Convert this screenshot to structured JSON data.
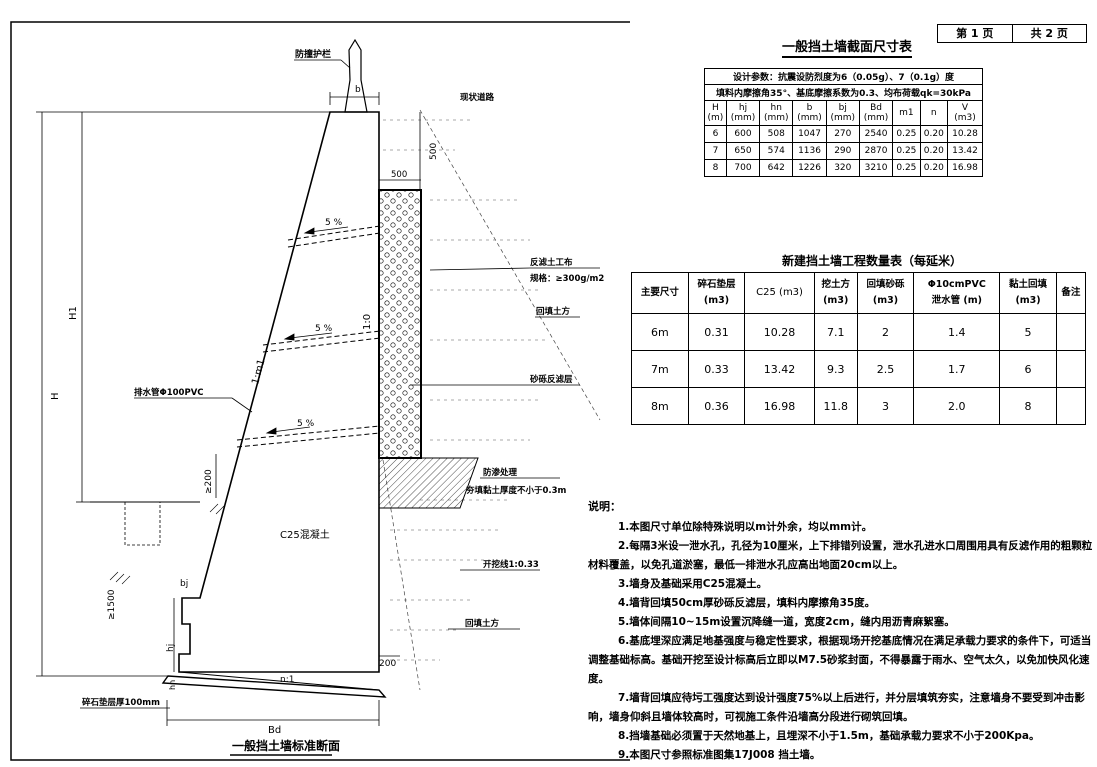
{
  "page": {
    "sheet_label": "第 1 页",
    "total_label": "共 2 页"
  },
  "drawing": {
    "title": "一般挡土墙标准断面",
    "labels": {
      "guardrail": "防撞护栏",
      "existing_road": "现状道路",
      "geotextile_line1": "反滤土工布",
      "geotextile_line2": "规格：≥300g/m2",
      "backfill_top": "回填土方",
      "gravel_filter": "砂砾反滤层",
      "drain_pipe": "排水管Φ100PVC",
      "seepage_line1": "防渗处理",
      "seepage_line2": "夯填黏土厚度不小于0.3m",
      "concrete": "C25混凝土",
      "excavation": "开挖线1:0.33",
      "backfill_bottom": "回填土方",
      "gravel_cushion": "碎石垫层厚100mm",
      "slope_5a": "5 %",
      "slope_5b": "5 %",
      "slope_5c": "5 %"
    },
    "dims": {
      "b": "b",
      "d500_vertical": "500",
      "d500_top": "500",
      "H1": "H1",
      "H": "H",
      "slope_front": "1:m1",
      "slope_back": "1:0",
      "ge200": "≥200",
      "ge1500": "≥1500",
      "bj": "bj",
      "hj": "hj",
      "hn": "hn",
      "n1": "n:1",
      "d200": "200",
      "Bd": "Bd"
    }
  },
  "table1": {
    "title": "一般挡土墙截面尺寸表",
    "param_line1": "设计参数：抗震设防烈度为6（0.05g）、7（0.1g）度",
    "param_line2": "填料内摩擦角35°、基底摩擦系数为0.3、均布荷载qk=30kPa",
    "headers": [
      [
        "H",
        "(m)"
      ],
      [
        "hj",
        "(mm)"
      ],
      [
        "hn",
        "(mm)"
      ],
      [
        "b",
        "(mm)"
      ],
      [
        "bj",
        "(mm)"
      ],
      [
        "Bd",
        "(mm)"
      ],
      [
        "m1",
        ""
      ],
      [
        "n",
        ""
      ],
      [
        "V",
        "(m3)"
      ]
    ],
    "rows": [
      [
        "6",
        "600",
        "508",
        "1047",
        "270",
        "2540",
        "0.25",
        "0.20",
        "10.28"
      ],
      [
        "7",
        "650",
        "574",
        "1136",
        "290",
        "2870",
        "0.25",
        "0.20",
        "13.42"
      ],
      [
        "8",
        "700",
        "642",
        "1226",
        "320",
        "3210",
        "0.25",
        "0.20",
        "16.98"
      ]
    ]
  },
  "table2": {
    "title": "新建挡土墙工程数量表（每延米）",
    "headers": [
      [
        "主要尺寸",
        ""
      ],
      [
        "碎石垫层",
        "(m3)"
      ],
      [
        "C25 (m3)",
        ""
      ],
      [
        "挖土方",
        "(m3)"
      ],
      [
        "回填砂砾",
        "(m3)"
      ],
      [
        "Φ10cmPVC",
        "泄水管 (m)"
      ],
      [
        "黏土回填",
        "(m3)"
      ],
      [
        "备注",
        ""
      ]
    ],
    "rows": [
      [
        "6m",
        "0.31",
        "10.28",
        "7.1",
        "2",
        "1.4",
        "5",
        ""
      ],
      [
        "7m",
        "0.33",
        "13.42",
        "9.3",
        "2.5",
        "1.7",
        "6",
        ""
      ],
      [
        "8m",
        "0.36",
        "16.98",
        "11.8",
        "3",
        "2.0",
        "8",
        ""
      ]
    ]
  },
  "notes": {
    "heading": "说明：",
    "items": [
      {
        "num": "1.",
        "text": "本图尺寸单位除特殊说明以m计外余，均以mm计。"
      },
      {
        "num": "2.",
        "text": "每隔3米设一泄水孔，孔径为10厘米，上下排错列设置，泄水孔进水口周围用具有反滤作用的粗颗粒材料覆盖，以免孔道淤塞，最低一排泄水孔应高出地面20cm以上。"
      },
      {
        "num": "3.",
        "text": "墙身及基础采用C25混凝土。"
      },
      {
        "num": "4.",
        "text": "墙背回填50cm厚砂砾反滤层，填料内摩擦角35度。"
      },
      {
        "num": "5.",
        "text": "墙体间隔10~15m设置沉降缝一道，宽度2cm，缝内用沥青麻絮塞。"
      },
      {
        "num": "6.",
        "text": "基底埋深应满足地基强度与稳定性要求，根据现场开挖基底情况在满足承载力要求的条件下，可适当调整基础标高。基础开挖至设计标高后立即以M7.5砂浆封面，不得暴露于雨水、空气太久，以免加快风化速度。"
      },
      {
        "num": "7.",
        "text": "墙背回填应待圬工强度达到设计强度75%以上后进行，并分层填筑夯实，注意墙身不要受到冲击影响，墙身仰斜且墙体较高时，可视施工条件沿墙高分段进行砌筑回填。"
      },
      {
        "num": "8.",
        "text": "挡墙基础必须置于天然地基上，且埋深不小于1.5m，基础承载力要求不小于200Kpa。"
      },
      {
        "num": "9.",
        "text": "本图尺寸参照标准图集17J008 挡土墙。"
      }
    ]
  }
}
